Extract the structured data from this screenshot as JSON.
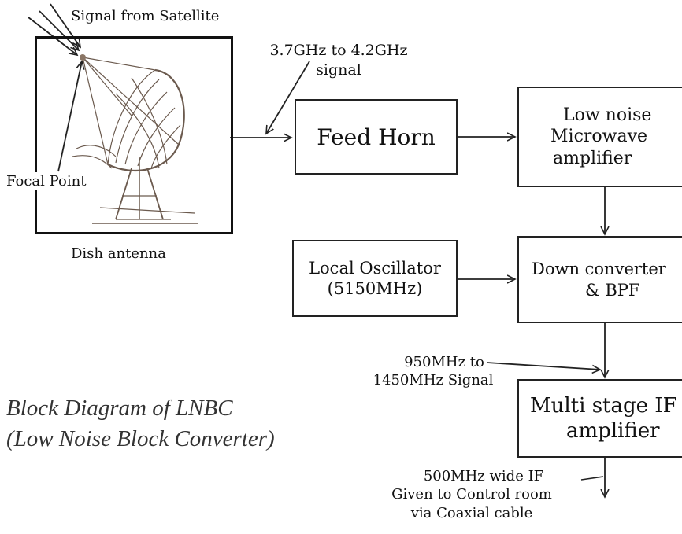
{
  "diagram": {
    "signal_from_satellite": "Signal from Satellite",
    "focal_point": "Focal Point",
    "dish_antenna": "Dish antenna",
    "input_signal": [
      "3.7GHz to 4.2GHz",
      "signal"
    ],
    "blocks": {
      "feed_horn": [
        "Feed Horn"
      ],
      "lna": [
        "Low noise",
        "Microwave",
        "amplifier"
      ],
      "local_oscillator": [
        "Local Oscillator",
        "(5150MHz)"
      ],
      "down_converter": [
        "Down converter",
        "& BPF"
      ],
      "if_amplifier": [
        "Multi stage IF",
        "amplifier"
      ]
    },
    "if_signal": [
      "950MHz to",
      "1450MHz Signal"
    ],
    "output_signal": [
      "500MHz wide IF",
      "Given to Control room",
      "via Coaxial cable"
    ],
    "caption": [
      "Block Diagram of LNBC",
      "(Low Noise Block Converter)"
    ]
  }
}
